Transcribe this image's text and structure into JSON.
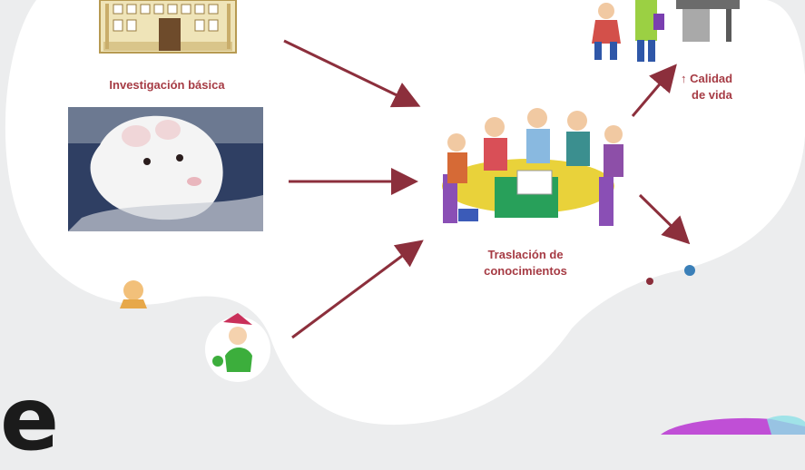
{
  "diagram": {
    "label_basic_research": "Investigación básica",
    "label_quality_line1": "↑ Calidad",
    "label_quality_line2": "de vida",
    "label_translation_line1": "Traslación de",
    "label_translation_line2": "conocimientos",
    "partial_letter": "e"
  },
  "colors": {
    "arrow": "#8c2f3c",
    "label": "#a63b44",
    "background": "#ecedee",
    "blob": "#ffffff",
    "accent_purple": "#c04fd6"
  }
}
